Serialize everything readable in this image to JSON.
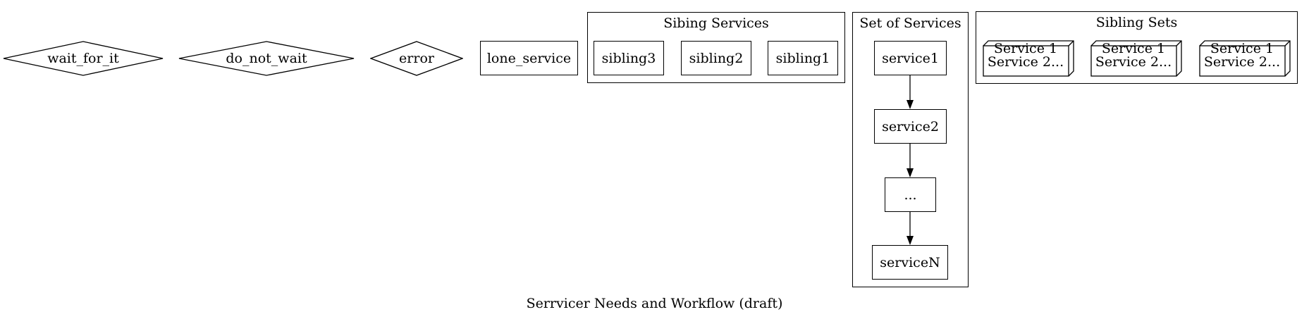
{
  "decisions": [
    {
      "key": "wait",
      "label": "wait_for_it"
    },
    {
      "key": "nowait",
      "label": "do_not_wait"
    },
    {
      "key": "error",
      "label": "error"
    }
  ],
  "lone_service": {
    "label": "lone_service"
  },
  "sibling_services": {
    "title": "Sibing Services",
    "items": [
      "sibling3",
      "sibling2",
      "sibling1"
    ]
  },
  "set_of_services": {
    "title": "Set of Services",
    "items": [
      "service1",
      "service2",
      "...",
      "serviceN"
    ]
  },
  "sibling_sets": {
    "title": "Sibling Sets",
    "items": [
      {
        "line1": "Service 1",
        "line2": "Service 2..."
      },
      {
        "line1": "Service 1",
        "line2": "Service 2..."
      },
      {
        "line1": "Service 1",
        "line2": "Service 2..."
      }
    ]
  },
  "caption": "Serrvicer Needs and Workflow (draft)"
}
